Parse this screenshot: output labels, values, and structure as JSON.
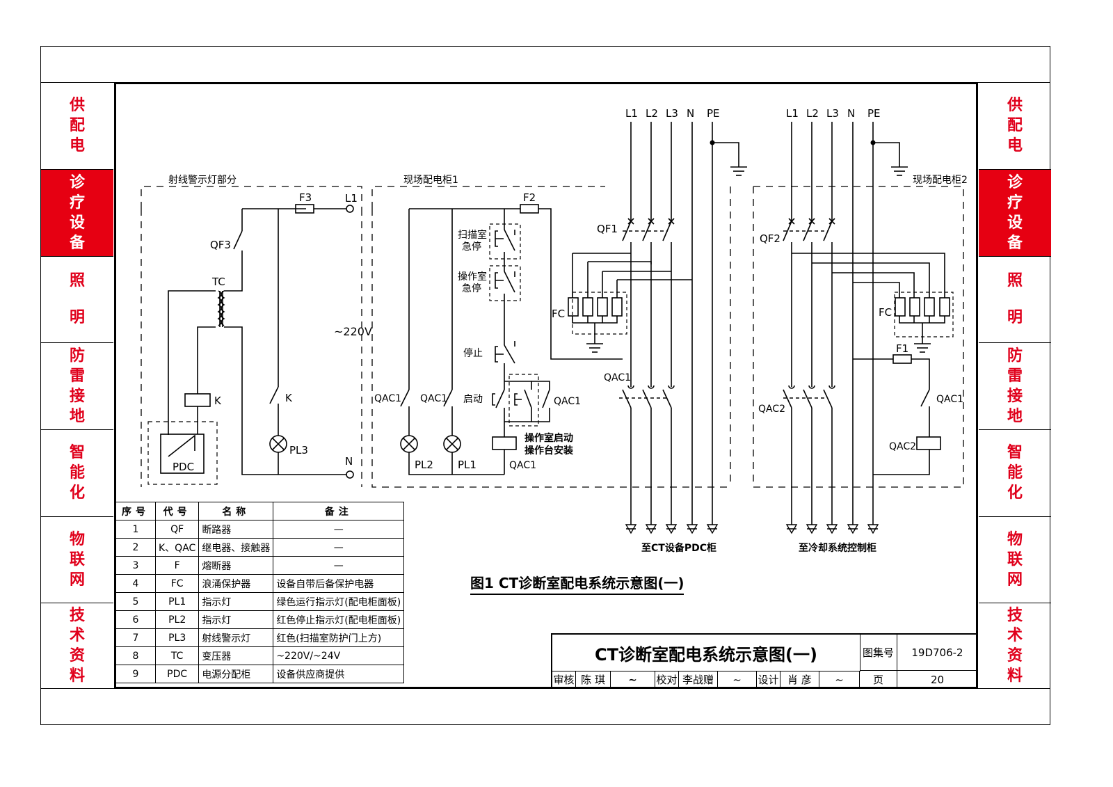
{
  "side_tabs": [
    {
      "label": "供配电",
      "active": false
    },
    {
      "label": "诊疗设备",
      "active": true
    },
    {
      "label": "照明",
      "active": false
    },
    {
      "label": "防雷接地",
      "active": false
    },
    {
      "label": "智能化",
      "active": false
    },
    {
      "label": "物联网",
      "active": false
    },
    {
      "label": "技术资料",
      "active": false
    }
  ],
  "colors": {
    "accent": "#e60012",
    "tab_text": "#e0001b"
  },
  "diagram": {
    "sections": {
      "warning": "射线警示灯部分",
      "cabinet1": "现场配电柜1",
      "cabinet2": "现场配电柜2"
    },
    "labels": {
      "F3": "F3",
      "L1": "L1",
      "QF3": "QF3",
      "TC": "TC",
      "K": "K",
      "K2": "K",
      "PL3": "PL3",
      "PDC": "PDC",
      "N": "N",
      "v220": "~220V",
      "F2": "F2",
      "scan_stop": "扫描室",
      "scan_stop2": "急停",
      "op_stop": "操作室",
      "op_stop2": "急停",
      "stop": "停止",
      "start": "启动",
      "QAC1a": "QAC1",
      "QAC1b": "QAC1",
      "QAC1c": "QAC1",
      "QAC1coil": "QAC1",
      "PL2": "PL2",
      "PL1": "PL1",
      "op_note1": "操作室启动",
      "op_note2": "操作台安装",
      "QF1": "QF1",
      "FC1": "FC",
      "QAC1main": "QAC1",
      "QF2": "QF2",
      "FC2": "FC",
      "F1": "F1",
      "QAC2": "QAC2",
      "QAC1r": "QAC1",
      "QAC2coil": "QAC2",
      "dest1": "至CT设备PDC柜",
      "dest2": "至冷却系统控制柜"
    },
    "bus1": [
      "L1",
      "L2",
      "L3",
      "N",
      "PE"
    ],
    "bus2": [
      "L1",
      "L2",
      "L3",
      "N",
      "PE"
    ]
  },
  "legend": {
    "headers": [
      "序号",
      "代号",
      "名称",
      "备注"
    ],
    "rows": [
      [
        "1",
        "QF",
        "断路器",
        "—"
      ],
      [
        "2",
        "K、QAC",
        "继电器、接触器",
        "—"
      ],
      [
        "3",
        "F",
        "熔断器",
        "—"
      ],
      [
        "4",
        "FC",
        "浪涌保护器",
        "设备自带后备保护电器"
      ],
      [
        "5",
        "PL1",
        "指示灯",
        "绿色运行指示灯(配电柜面板)"
      ],
      [
        "6",
        "PL2",
        "指示灯",
        "红色停止指示灯(配电柜面板)"
      ],
      [
        "7",
        "PL3",
        "射线警示灯",
        "红色(扫描室防护门上方)"
      ],
      [
        "8",
        "TC",
        "变压器",
        "~220V/~24V"
      ],
      [
        "9",
        "PDC",
        "电源分配柜",
        "设备供应商提供"
      ]
    ]
  },
  "caption": "图1 CT诊断室配电系统示意图(一)",
  "title_block": {
    "title": "CT诊断室配电系统示意图(一)",
    "atlas_label": "图集号",
    "atlas_no": "19D706-2",
    "review_label": "审核",
    "reviewer": "陈 琪",
    "check_label": "校对",
    "checker": "李战赠",
    "design_label": "设计",
    "designer": "肖 彦",
    "page_label": "页",
    "page_no": "20"
  }
}
